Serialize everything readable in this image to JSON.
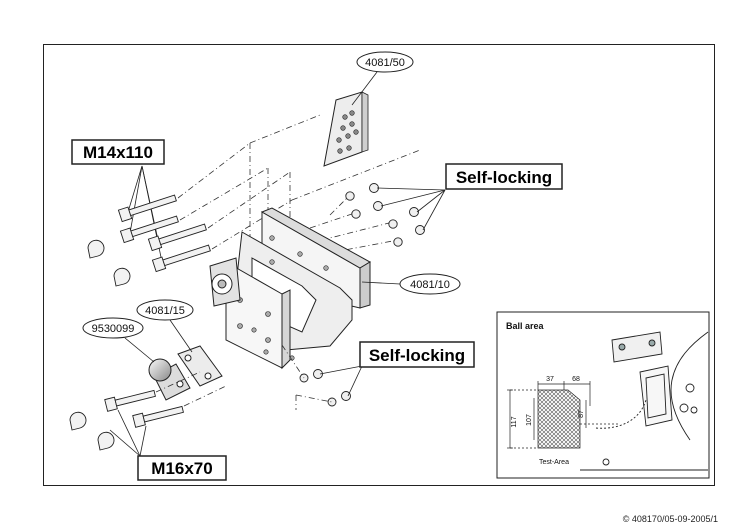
{
  "labels": {
    "part_4081_50": "4081/50",
    "part_4081_10": "4081/10",
    "part_4081_15": "4081/15",
    "part_9530099": "9530099",
    "bolt_m14": "M14x110",
    "bolt_m16": "M16x70",
    "self_locking_top": "Self-locking",
    "self_locking_bottom": "Self-locking"
  },
  "inset": {
    "title": "Ball area",
    "dim_37": "37",
    "dim_68": "68",
    "dim_117": "117",
    "dim_107": "107",
    "dim_87": "87",
    "test_area": "Test-Area"
  },
  "footer": {
    "copyright": "© 408170/05-09-2005/1"
  },
  "colors": {
    "line": "#222222",
    "part_fill": "#e6e6e6",
    "hatch": "#555555"
  }
}
